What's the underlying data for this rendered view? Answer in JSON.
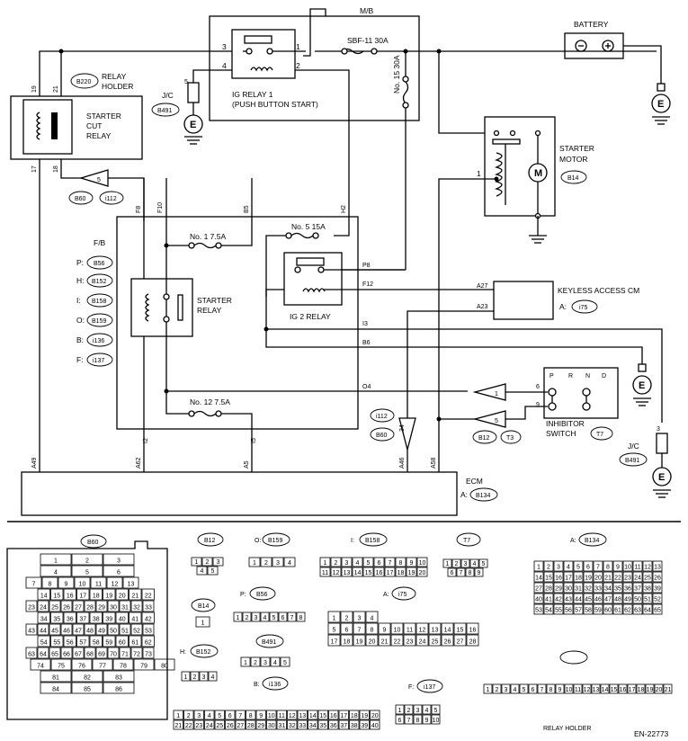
{
  "labels": {
    "mb": "M/B",
    "battery": "BATTERY",
    "relay_holder_tag": "B220",
    "relay_holder_1": "RELAY",
    "relay_holder_2": "HOLDER",
    "starter_cut_1": "STARTER",
    "starter_cut_2": "CUT",
    "starter_cut_3": "RELAY",
    "jc": "J/C",
    "b491": "B491",
    "ig1_1": "IG RELAY 1",
    "ig1_2": "(PUSH BUTTON START)",
    "sbf": "SBF-11 30A",
    "no15": "No. 15 30A",
    "starter_motor_1": "STARTER",
    "starter_motor_2": "MOTOR",
    "b14": "B14",
    "b60": "B60",
    "i112": "i112",
    "fb": "F/B",
    "fb_p": "P:",
    "fb_h": "H:",
    "fb_i": "I:",
    "fb_o": "O:",
    "fb_b": "B:",
    "fb_f": "F:",
    "b56": "B56",
    "b152": "B152",
    "b158": "B158",
    "b159": "B159",
    "i136": "i136",
    "i137": "i137",
    "no1": "No. 1  7.5A",
    "no5": "No. 5  15A",
    "no12": "No. 12  7.5A",
    "starter_relay_1": "STARTER",
    "starter_relay_2": "RELAY",
    "ig2": "IG 2 RELAY",
    "keyless": "KEYLESS ACCESS CM",
    "i75": "i75",
    "a_prefix": "A:",
    "inhibitor_1": "INHIBITOR",
    "inhibitor_2": "SWITCH",
    "t7": "T7",
    "b12": "B12",
    "t3": "T3",
    "ecm": "ECM",
    "b134": "B134",
    "e": "E",
    "relay_holder_bottom": "RELAY HOLDER",
    "doc_id": "EN-22773",
    "o_prefix": "O:",
    "i_prefix": "I:",
    "p_prefix": "P:",
    "h_prefix": "H:",
    "b_prefix": "B:",
    "f_prefix": "F:"
  },
  "pins": {
    "p19": "19",
    "p21": "21",
    "p17": "17",
    "p18": "18",
    "p3": "3",
    "p4": "4",
    "p1": "1",
    "p2": "2",
    "p5": "5",
    "f8": "F8",
    "f10": "F10",
    "b5": "B5",
    "h2": "H2",
    "p8": "P8",
    "f12": "F12",
    "i3": "I3",
    "b6": "B6",
    "o4": "O4",
    "a27": "A27",
    "a23": "A23",
    "a49": "A49",
    "a62": "A62",
    "i2": "I2",
    "a5": "A5",
    "i5": "I5",
    "a46": "A46",
    "a58": "A58",
    "c1": "1",
    "c6": "6",
    "c9": "9",
    "c34": "34",
    "c3": "3",
    "prnd": [
      "P",
      "R",
      "N",
      "D"
    ]
  },
  "connectors": {
    "b60_rows": [
      [
        "1",
        "2",
        "3"
      ],
      [
        "4",
        "5",
        "6"
      ],
      [
        "7",
        "8",
        "9",
        "10",
        "11",
        "12",
        "13"
      ],
      [
        "14",
        "15",
        "16",
        "17",
        "18",
        "19",
        "20",
        "21",
        "22"
      ],
      [
        "23",
        "24",
        "25",
        "26",
        "27",
        "28",
        "29",
        "30",
        "31",
        "32",
        "33"
      ],
      [
        "34",
        "35",
        "36",
        "37",
        "38",
        "39",
        "40",
        "41",
        "42"
      ],
      [
        "43",
        "44",
        "45",
        "46",
        "47",
        "48",
        "49",
        "50",
        "51",
        "52",
        "53"
      ],
      [
        "54",
        "55",
        "56",
        "57",
        "58",
        "59",
        "60",
        "61",
        "62"
      ],
      [
        "63",
        "64",
        "65",
        "66",
        "67",
        "68",
        "69",
        "70",
        "71",
        "72",
        "73"
      ],
      [
        "74",
        "75",
        "76",
        "77",
        "78",
        "79",
        "80"
      ],
      [
        "81",
        "82",
        "83"
      ],
      [
        "84",
        "85",
        "86"
      ]
    ],
    "b12_rows": [
      [
        "1",
        "2",
        "3"
      ],
      [
        "4",
        "5"
      ]
    ],
    "b159_rows": [
      [
        "1",
        "2",
        "3",
        "4"
      ]
    ],
    "b158_rows": [
      [
        "1",
        "2",
        "3",
        "4",
        "5",
        "6",
        "7",
        "8",
        "9",
        "10"
      ],
      [
        "11",
        "12",
        "13",
        "14",
        "15",
        "16",
        "17",
        "18",
        "19",
        "20"
      ]
    ],
    "t7_rows": [
      [
        "1",
        "2",
        "3",
        "4",
        "5"
      ],
      [
        "6",
        "7",
        "8",
        "9"
      ]
    ],
    "b134_rows": [
      [
        "1",
        "2",
        "3",
        "4",
        "5",
        "6",
        "7",
        "8",
        "9",
        "10",
        "11",
        "12",
        "13"
      ],
      [
        "14",
        "15",
        "16",
        "17",
        "18",
        "19",
        "20",
        "21",
        "22",
        "23",
        "24",
        "25",
        "26"
      ],
      [
        "27",
        "28",
        "29",
        "30",
        "31",
        "32",
        "33",
        "34",
        "35",
        "36",
        "37",
        "38",
        "39"
      ],
      [
        "40",
        "41",
        "42",
        "43",
        "44",
        "45",
        "46",
        "47",
        "48",
        "49",
        "50",
        "51",
        "52"
      ],
      [
        "53",
        "54",
        "55",
        "56",
        "57",
        "58",
        "59",
        "60",
        "61",
        "62",
        "63",
        "64",
        "65"
      ]
    ],
    "b14_rows": [
      [
        "1"
      ]
    ],
    "b56_rows": [
      [
        "1",
        "2",
        "3",
        "4",
        "5",
        "6",
        "7",
        "8"
      ]
    ],
    "i75_rows": [
      [
        "1",
        "2",
        "3",
        "4"
      ],
      [
        "5",
        "6",
        "7",
        "8",
        "9",
        "10",
        "11",
        "12",
        "13",
        "14",
        "15",
        "16"
      ],
      [
        "17",
        "18",
        "19",
        "20",
        "21",
        "22",
        "23",
        "24",
        "25",
        "26",
        "27",
        "28"
      ]
    ],
    "b491_rows": [
      [
        "1",
        "2",
        "3",
        "4",
        "5"
      ]
    ],
    "b152_rows": [
      [
        "1",
        "2",
        "3",
        "4"
      ]
    ],
    "i136_rows": [
      [
        "1",
        "2",
        "3",
        "4",
        "5",
        "6",
        "7",
        "8",
        "9",
        "10",
        "11",
        "12",
        "13",
        "14",
        "15",
        "16",
        "17",
        "18",
        "19",
        "20"
      ],
      [
        "21",
        "22",
        "23",
        "24",
        "25",
        "26",
        "27",
        "28",
        "29",
        "30",
        "31",
        "32",
        "33",
        "34",
        "35",
        "36",
        "37",
        "38",
        "39",
        "40"
      ]
    ],
    "i137_rows": [
      [
        "1",
        "2",
        "3",
        "4",
        "5"
      ],
      [
        "6",
        "7",
        "8",
        "9",
        "10"
      ]
    ],
    "b220_rows": [
      [
        "1",
        "2",
        "3",
        "4",
        "5",
        "6",
        "7",
        "8",
        "9",
        "10",
        "11",
        "12",
        "13",
        "14",
        "15",
        "16",
        "17",
        "18",
        "19",
        "20",
        "21"
      ]
    ]
  }
}
